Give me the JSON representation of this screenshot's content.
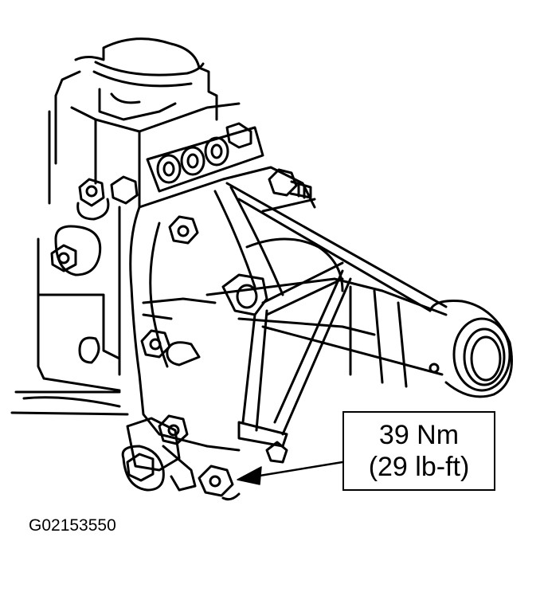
{
  "callout": {
    "torque_metric": "39 Nm",
    "torque_imperial": "(29 lb-ft)"
  },
  "figure_id": "G02153550"
}
